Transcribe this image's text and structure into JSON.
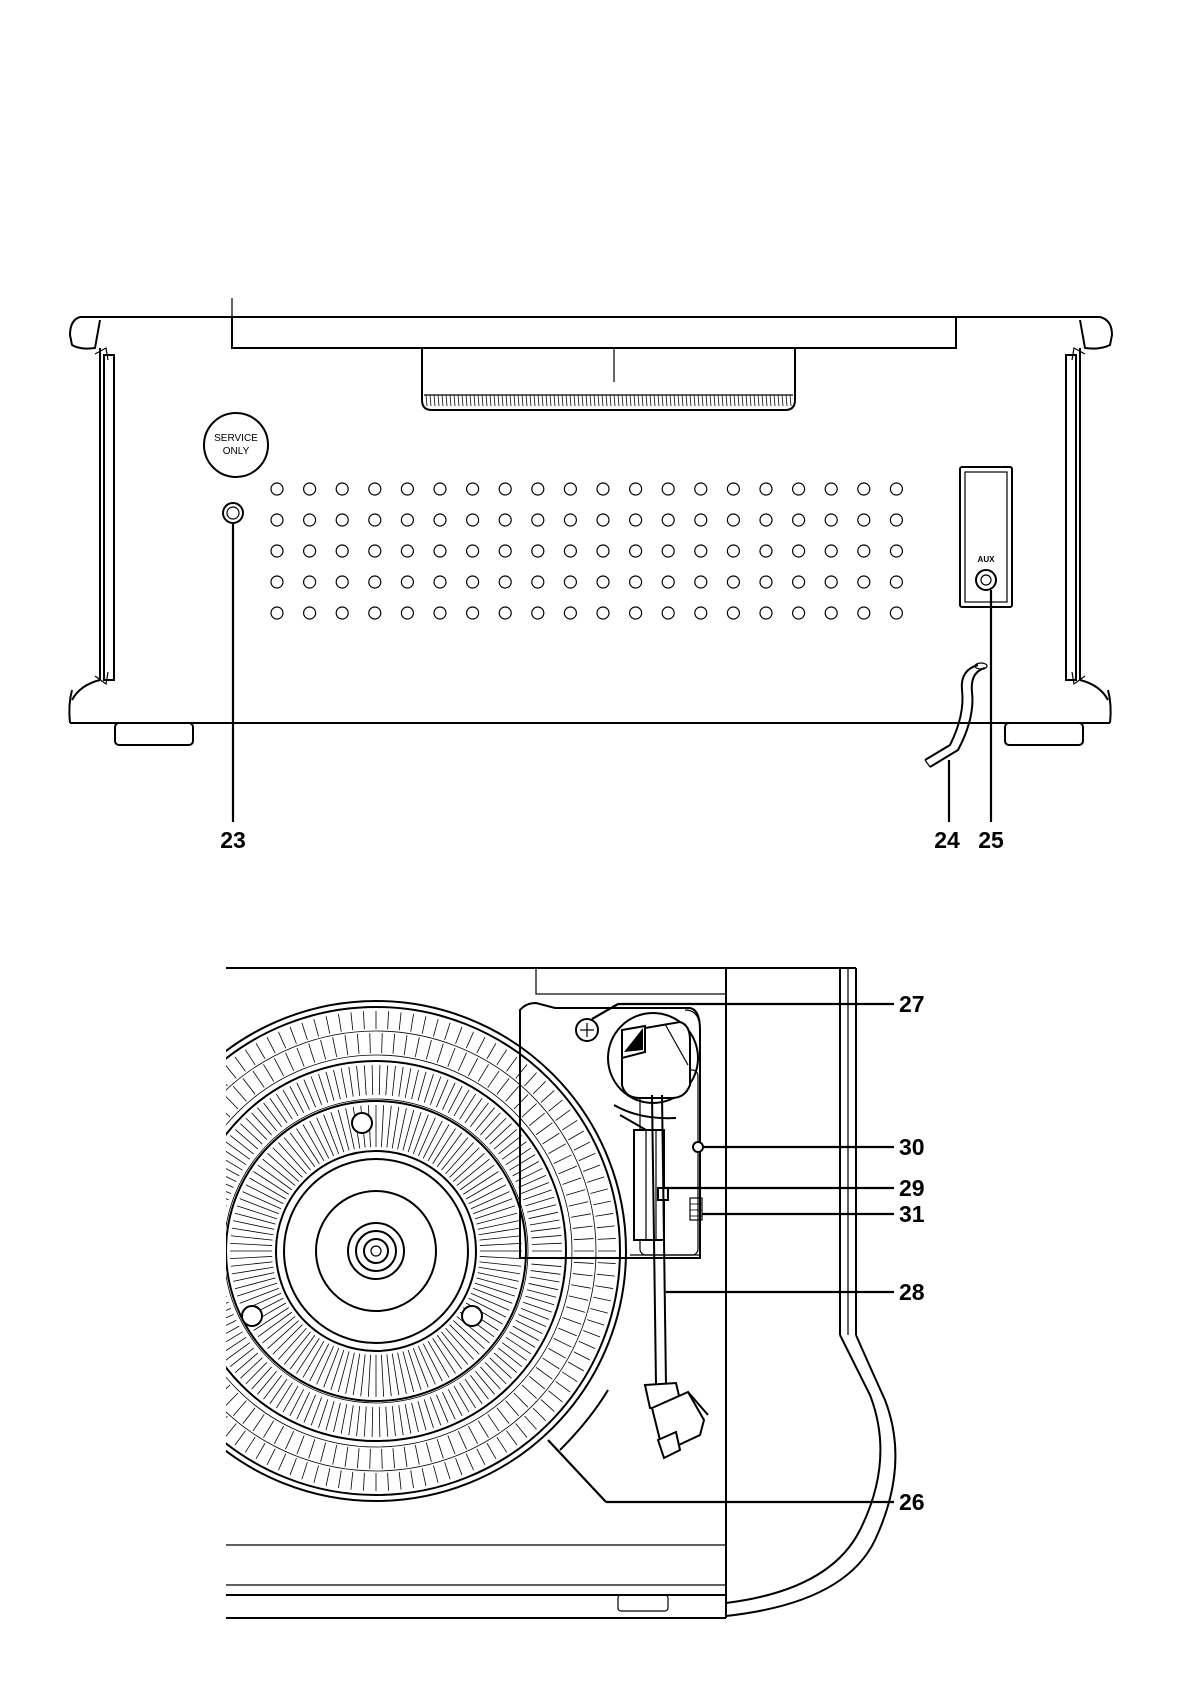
{
  "rear_view": {
    "service_label_line1": "SERVICE",
    "service_label_line2": "ONLY",
    "aux_jack_label": "AUX",
    "vent_rows": 5,
    "vent_columns": 20,
    "callouts": [
      "23",
      "24",
      "25"
    ]
  },
  "top_view": {
    "callouts": [
      "27",
      "30",
      "29",
      "31",
      "28",
      "26"
    ]
  }
}
